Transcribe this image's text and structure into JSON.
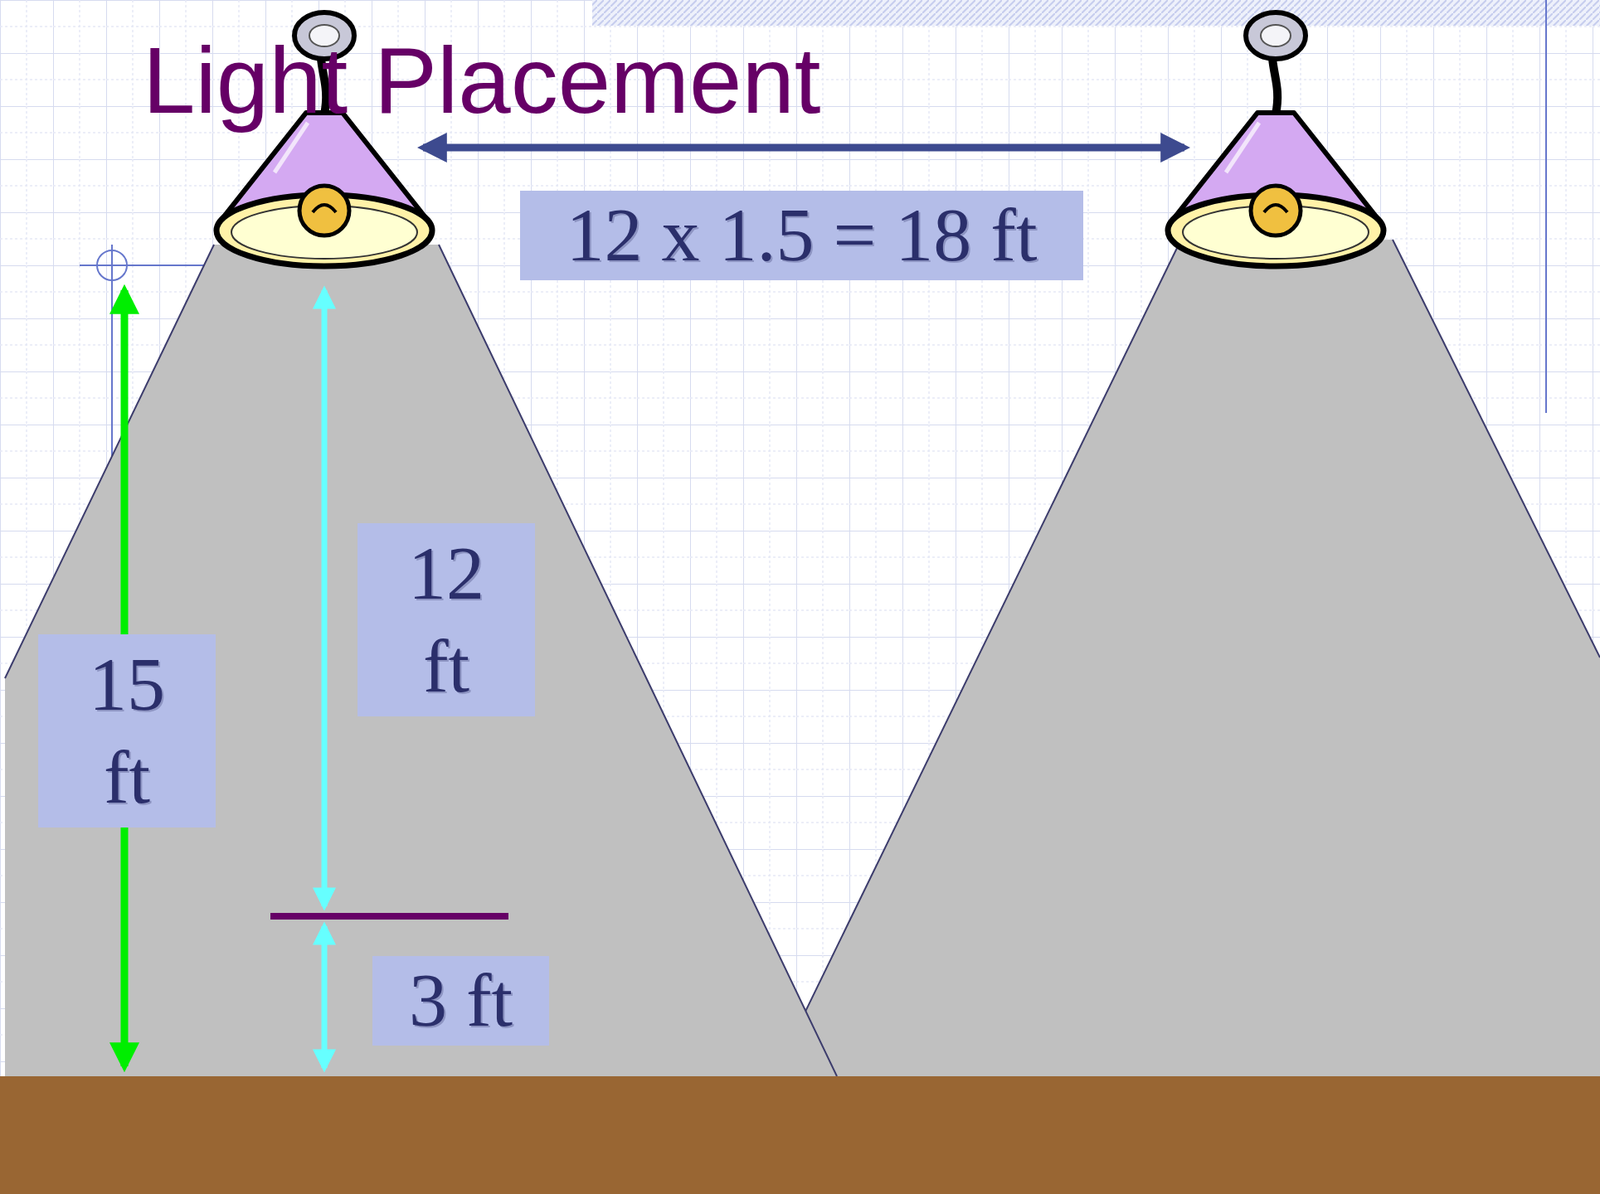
{
  "diagram": {
    "title": "Light Placement",
    "nodes": [
      {
        "text": [
          "12 x 1.5 = 18 ft"
        ]
      },
      {
        "text": [
          "12 ft"
        ]
      },
      {
        "text": [
          "15 ft"
        ]
      },
      {
        "text": [
          "3 ft"
        ]
      }
    ]
  }
}
